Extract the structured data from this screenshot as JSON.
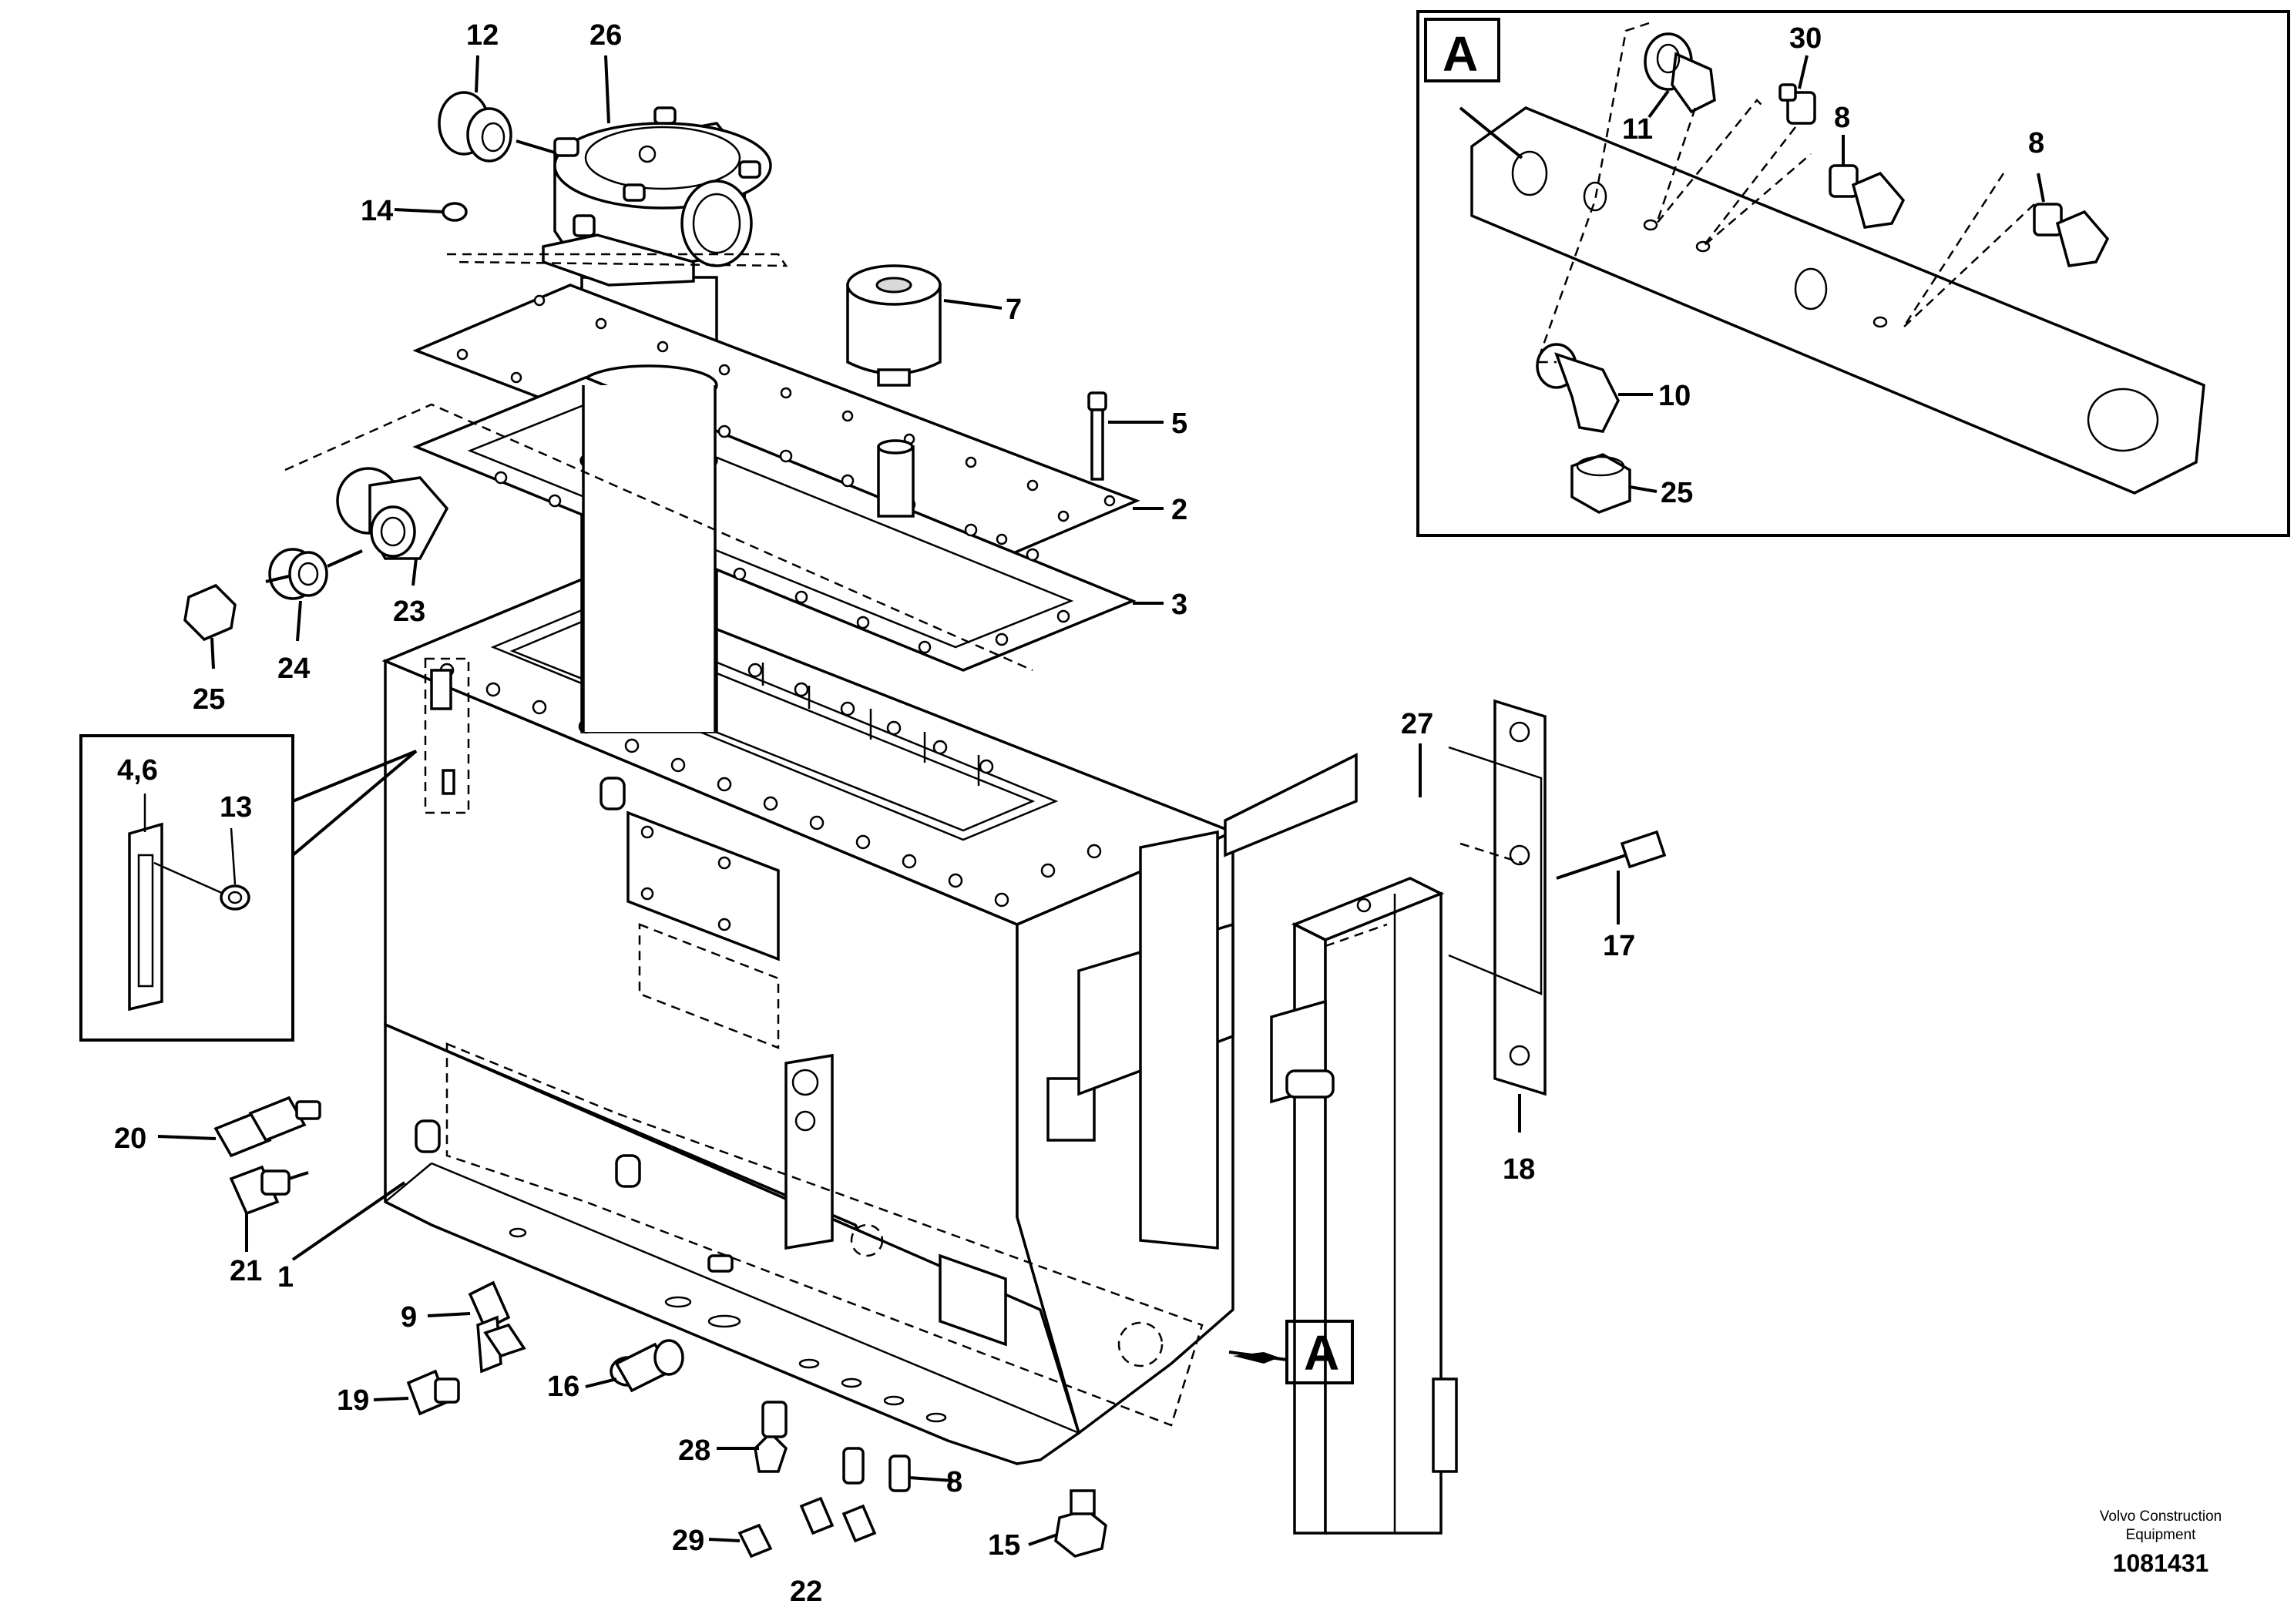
{
  "callouts": [
    {
      "id": "c12",
      "text": "12"
    },
    {
      "id": "c26",
      "text": "26"
    },
    {
      "id": "c14",
      "text": "14"
    },
    {
      "id": "c7",
      "text": "7"
    },
    {
      "id": "c5",
      "text": "5"
    },
    {
      "id": "c2",
      "text": "2"
    },
    {
      "id": "c3",
      "text": "3"
    },
    {
      "id": "c23",
      "text": "23"
    },
    {
      "id": "c24",
      "text": "24"
    },
    {
      "id": "c25",
      "text": "25"
    },
    {
      "id": "c46",
      "text": "4,6"
    },
    {
      "id": "c13",
      "text": "13"
    },
    {
      "id": "c27",
      "text": "27"
    },
    {
      "id": "c17",
      "text": "17"
    },
    {
      "id": "c18",
      "text": "18"
    },
    {
      "id": "c20",
      "text": "20"
    },
    {
      "id": "c21",
      "text": "21"
    },
    {
      "id": "c1",
      "text": "1"
    },
    {
      "id": "c9",
      "text": "9"
    },
    {
      "id": "c19",
      "text": "19"
    },
    {
      "id": "c16",
      "text": "16"
    },
    {
      "id": "c28",
      "text": "28"
    },
    {
      "id": "c29",
      "text": "29"
    },
    {
      "id": "c22",
      "text": "22"
    },
    {
      "id": "c8b",
      "text": "8"
    },
    {
      "id": "c15",
      "text": "15"
    },
    {
      "id": "c30",
      "text": "30"
    },
    {
      "id": "c8a",
      "text": "8"
    },
    {
      "id": "c11",
      "text": "11"
    },
    {
      "id": "c8c",
      "text": "8"
    },
    {
      "id": "c10",
      "text": "10"
    },
    {
      "id": "c25b",
      "text": "25"
    }
  ],
  "detail_box_letter": "A",
  "view_marker_letter": "A",
  "footer": {
    "company_line1": "Volvo Construction",
    "company_line2": "Equipment",
    "drawing_number": "1081431"
  }
}
